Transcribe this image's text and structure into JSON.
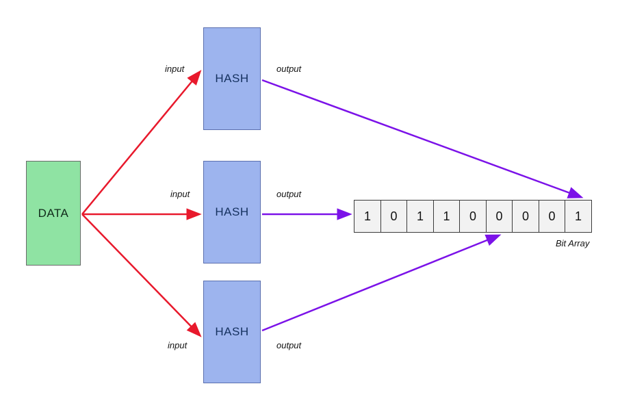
{
  "diagram": {
    "data_box": {
      "label": "DATA"
    },
    "hash_boxes": [
      {
        "label": "HASH"
      },
      {
        "label": "HASH"
      },
      {
        "label": "HASH"
      }
    ],
    "labels": {
      "input": "input",
      "output": "output",
      "bit_array": "Bit Array"
    },
    "bit_array": {
      "bits": [
        "1",
        "0",
        "1",
        "1",
        "0",
        "0",
        "0",
        "0",
        "1"
      ]
    },
    "colors": {
      "data_fill": "#8fe3a3",
      "hash_fill": "#9db4ee",
      "red_arrow": "#e8192c",
      "purple_arrow": "#7b12e8",
      "cell_fill": "#f2f2f2"
    }
  }
}
